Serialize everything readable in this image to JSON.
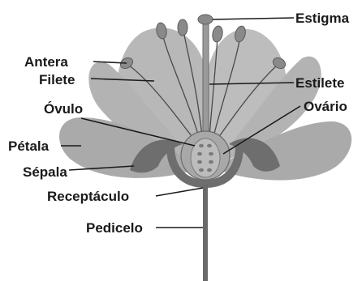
{
  "labels": {
    "estigma": "Estigma",
    "antera": "Antera",
    "filete": "Filete",
    "estilete": "Estilete",
    "ovulo": "Óvulo",
    "ovario": "Ovário",
    "petala": "Pétala",
    "sepala": "Sépala",
    "receptaculo": "Receptáculo",
    "pedicelo": "Pedicelo"
  },
  "colors": {
    "petal": "#b3b3b3",
    "petal_light": "#c4c4c4",
    "sepal": "#6e6e6e",
    "pistil": "#9a9a9a",
    "ovule": "#7a7a7a",
    "stem": "#6a6a6a",
    "text": "#1a1a1a"
  }
}
